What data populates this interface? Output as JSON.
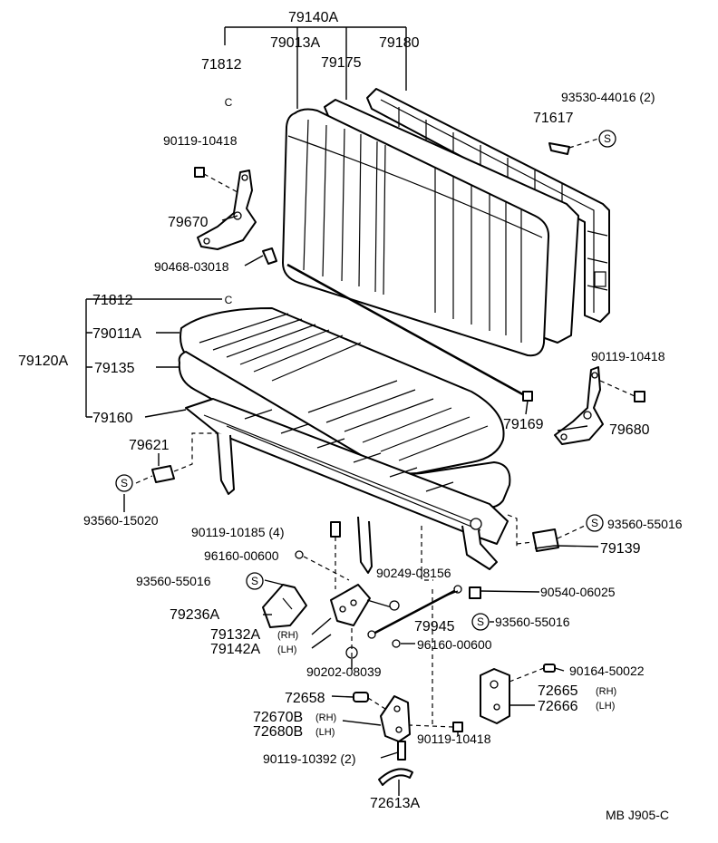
{
  "labels": {
    "p79140A": "79140A",
    "p79013A": "79013A",
    "p79180": "79180",
    "p79175": "79175",
    "p71812_top": "71812",
    "p93530": "93530-44016 (2)",
    "p71617": "71617",
    "p90119_a": "90119-10418",
    "p79670": "79670",
    "p90468": "90468-03018",
    "p71812_mid": "71812",
    "p79011A": "79011A",
    "p79120A": "79120A",
    "p79135": "79135",
    "p79160": "79160",
    "p90119_b": "90119-10418",
    "p79680": "79680",
    "p79169": "79169",
    "p79621": "79621",
    "p93560_15020": "93560-15020",
    "p90119_10185": "90119-10185 (4)",
    "p93560_55016_a": "93560-55016",
    "p79139": "79139",
    "p96160_a": "96160-00600",
    "p90249": "90249-08156",
    "p93560_55016_b": "93560-55016",
    "p90540": "90540-06025",
    "p79236A": "79236A",
    "p79945": "79945",
    "p93560_55016_c": "93560-55016",
    "p79132A": "79132A",
    "p79142A": "79142A",
    "p96160_b": "96160-00600",
    "p90202": "90202-08039",
    "p90164": "90164-50022",
    "p72658": "72658",
    "p72665": "72665",
    "p72666": "72666",
    "p72670B": "72670B",
    "p72680B": "72680B",
    "p90119_c": "90119-10418",
    "p90119_10392": "90119-10392 (2)",
    "p72613A": "72613A",
    "footer": "MB J905-C"
  },
  "tags": {
    "rh": "(RH)",
    "lh": "(LH)"
  },
  "clip_mark": "C",
  "washer_mark": "S"
}
